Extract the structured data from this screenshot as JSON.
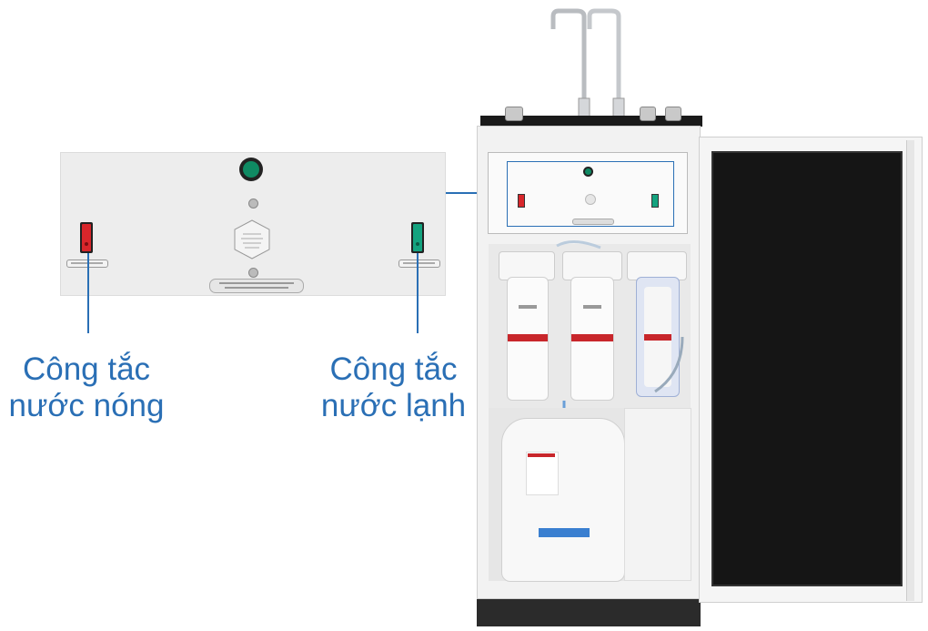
{
  "labels": {
    "hot_switch_line1": "Công tắc",
    "hot_switch_line2": "nước nóng",
    "cold_switch_line1": "Công tắc",
    "cold_switch_line2": "nước lạnh"
  },
  "colors": {
    "label_blue": "#2a6fb5",
    "hot_switch": "#d8262b",
    "cold_switch": "#14a37f",
    "power_button": "#0f8a63"
  }
}
